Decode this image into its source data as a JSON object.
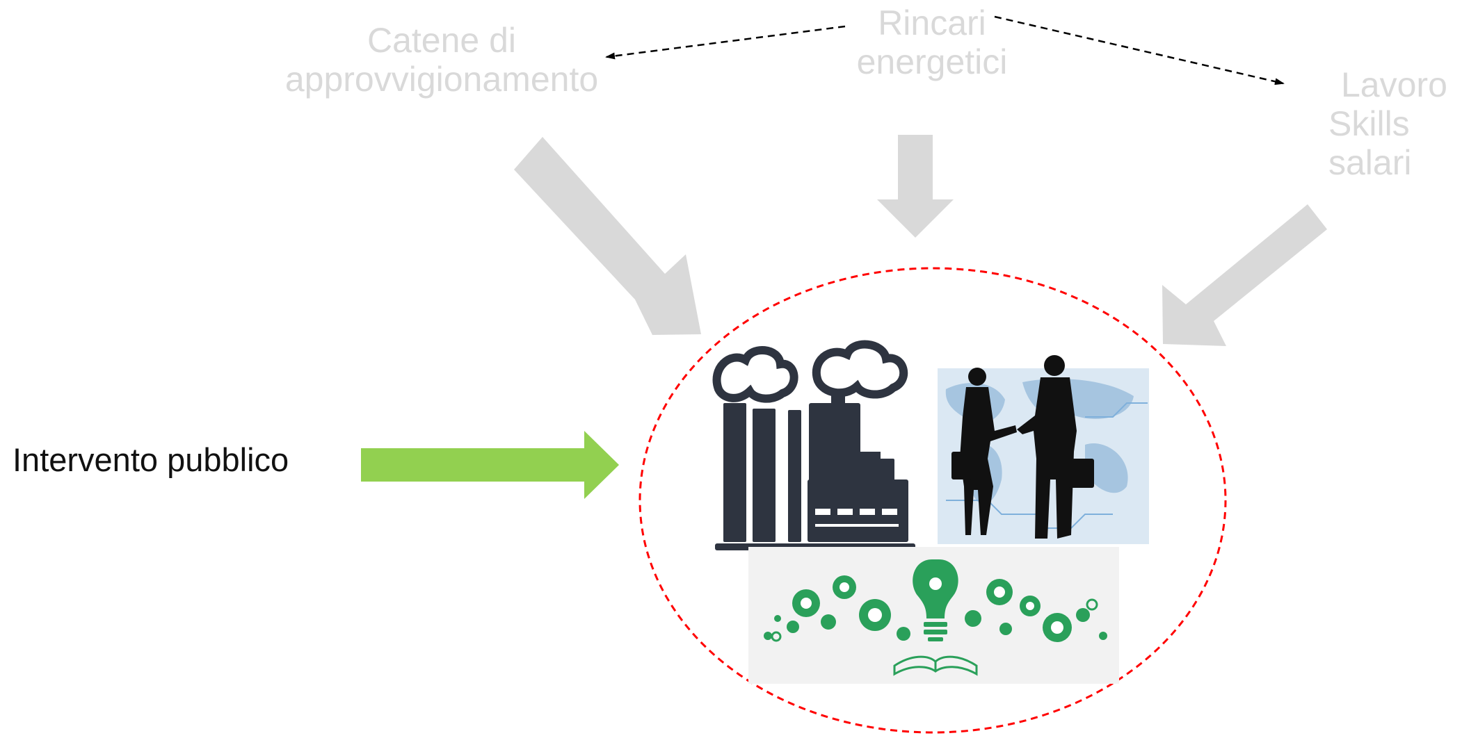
{
  "diagram": {
    "influences": {
      "supply_chains": {
        "line1": "Catene di",
        "line2": "approvvigionamento"
      },
      "energy": {
        "line1": "Rincari",
        "line2": "energetici"
      },
      "labour": {
        "line1": "Lavoro",
        "line2": "Skills",
        "line3": "salari"
      }
    },
    "public_intervention": {
      "label": "Intervento pubblico"
    },
    "icons": [
      "factory-icon",
      "business-handshake-icon",
      "innovation-gears-bulb-icon"
    ],
    "colors": {
      "influence_text": "#d9d9d9",
      "influence_arrow": "#d9d9d9",
      "intervention_arrow": "#92d050",
      "boundary": "#ff0000",
      "factory": "#2e3440",
      "innovation": "#2aa05a"
    }
  }
}
